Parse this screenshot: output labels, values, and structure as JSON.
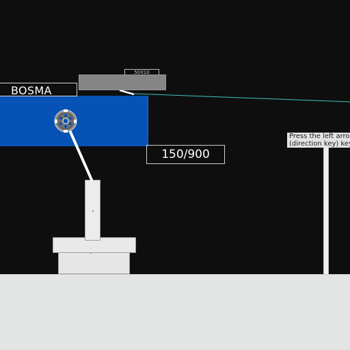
{
  "scene": {
    "player_name": "BOSMA",
    "block_size_label": "50X10",
    "progress_counter": "150/900",
    "hint_text_line1": "Press the left arrow",
    "hint_text_line2": "(direction key) key"
  },
  "progress": {
    "current": 150,
    "total": 900
  },
  "colors": {
    "background": "#0e0e0e",
    "ground": "#e3e5e4",
    "beam": "#0652b5",
    "block": "#858585",
    "aim_line": "#3ec7c0",
    "arm": "#ffffff"
  },
  "icons": {
    "hub": "gear-hub-icon"
  }
}
